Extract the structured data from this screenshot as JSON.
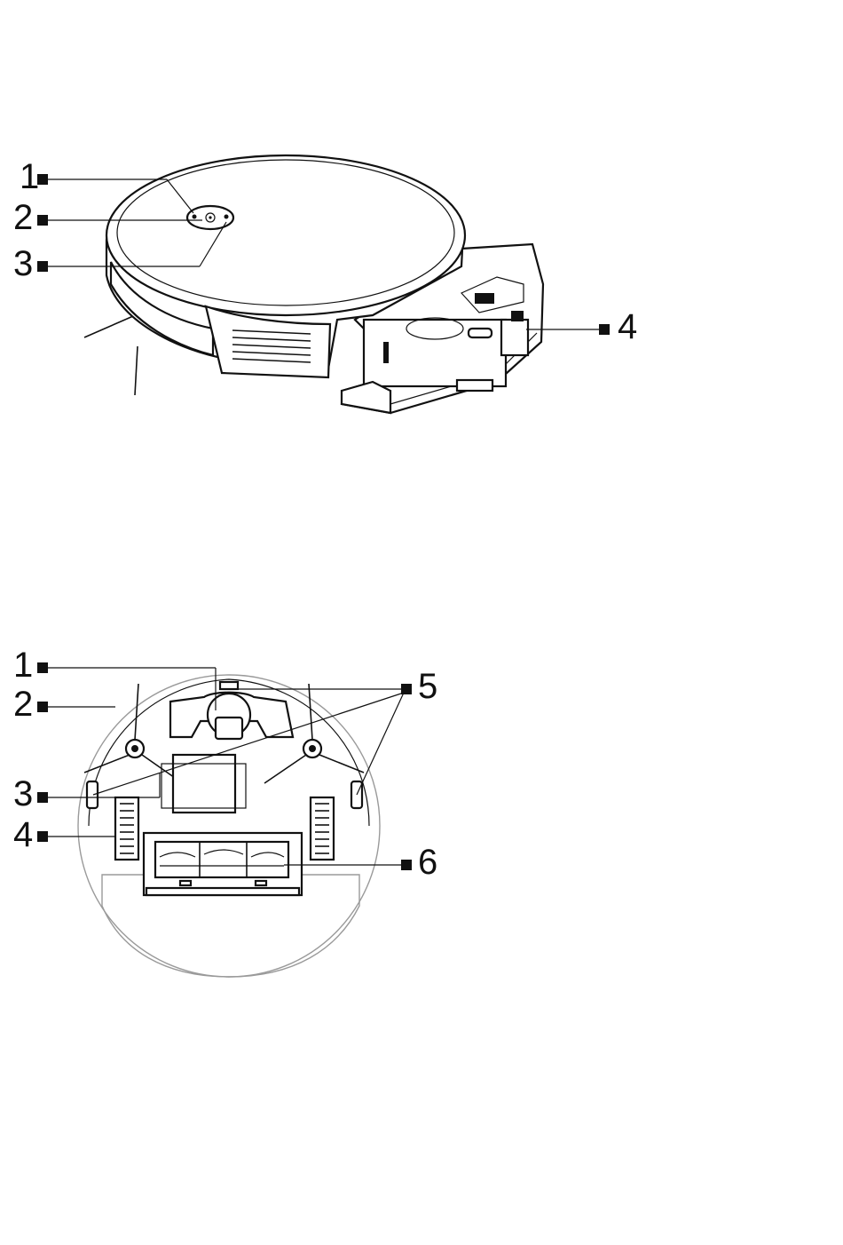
{
  "top_figure": {
    "callouts": [
      {
        "id": "1",
        "label": "1"
      },
      {
        "id": "2",
        "label": "2"
      },
      {
        "id": "3",
        "label": "3"
      },
      {
        "id": "4",
        "label": "4"
      }
    ]
  },
  "bottom_figure": {
    "callouts": [
      {
        "id": "1",
        "label": "1"
      },
      {
        "id": "2",
        "label": "2"
      },
      {
        "id": "3",
        "label": "3"
      },
      {
        "id": "4",
        "label": "4"
      },
      {
        "id": "5",
        "label": "5"
      },
      {
        "id": "6",
        "label": "6"
      }
    ]
  },
  "colors": {
    "ink": "#111111",
    "paper": "#ffffff",
    "faint_outline": "#9a9a9a"
  }
}
